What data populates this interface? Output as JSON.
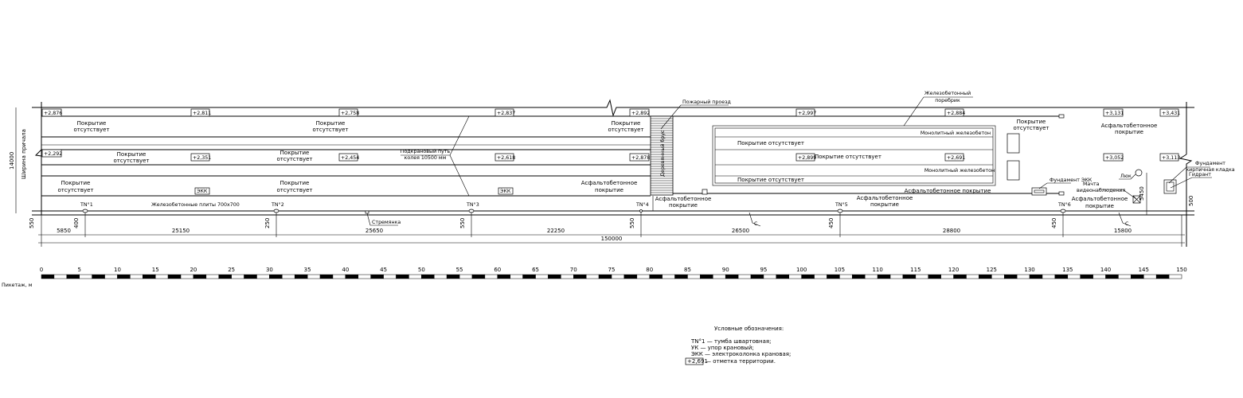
{
  "elevations_top": [
    "+2,876",
    "+2,811",
    "+2,758",
    "+2,837",
    "+2,892",
    "+2,997",
    "+2,884",
    "+3,131",
    "+3,431"
  ],
  "elevations_mid": [
    "+2,292",
    "+2,351",
    "+2,454",
    "+2,618",
    "+2,878",
    "+2,899",
    "+2,691",
    "+3,052",
    "+3,113"
  ],
  "labels": {
    "no_cover_1": "Покрытие",
    "no_cover_2": "отсутствует",
    "no_cover_full": "Покрытие  отсутствует",
    "asphalt_1": "Асфальтобетонное",
    "asphalt_2": "покрытие",
    "asphalt_full": "Асфальтобетонное  покрытие",
    "monolith": "Монолитный  железобетон",
    "fire_passage": "Пожарный проезд",
    "curb_1": "Железобетонный",
    "curb_2": "поребрик",
    "timber": "Деревянный  брус",
    "crane_track_1": "Подкрановый путь",
    "crane_track_2": "колея 10500 мм",
    "slabs": "Железобетонные  плиты  700х700",
    "ladder": "Стремянка",
    "c_mark": "С",
    "ekk": "ЭКК",
    "ekk_foundation": "Фундамент ЭКК",
    "hatch": "Люк",
    "mast_1": "Мачта",
    "mast_2": "видеонаблюдения",
    "foundation_1": "Фундамент",
    "foundation_2": "кирпичная кладка",
    "hydrant": "Гидрант",
    "berth_width": "Ширина причала"
  },
  "bollards": [
    "ТN°1",
    "ТN°2",
    "ТN°3",
    "ТN°4",
    "ТN°5",
    "ТN°6"
  ],
  "dimensions": {
    "segments": [
      "5850",
      "25150",
      "25650",
      "22250",
      "26500",
      "28800",
      "15800"
    ],
    "total": "150000",
    "width": "14000",
    "offsets": [
      "550",
      "400",
      "250",
      "550",
      "550",
      "450",
      "450"
    ],
    "right_5450": "5450",
    "right_500": "500"
  },
  "scale": {
    "ticks": [
      "0",
      "5",
      "10",
      "15",
      "20",
      "25",
      "30",
      "35",
      "40",
      "45",
      "50",
      "55",
      "60",
      "65",
      "70",
      "75",
      "80",
      "85",
      "90",
      "95",
      "100",
      "105",
      "110",
      "115",
      "120",
      "125",
      "130",
      "135",
      "140",
      "145",
      "150"
    ],
    "label": "Пикетаж, м"
  },
  "legend": {
    "title": "Условные обозначения:",
    "items": [
      "ТN°1  —  тумба  швартовная;",
      "УК  —  упор  крановый;",
      "ЭКК  —  электроколонка  крановая;",
      "—  отметка  территории."
    ],
    "sample_elevation": "+2,691"
  }
}
